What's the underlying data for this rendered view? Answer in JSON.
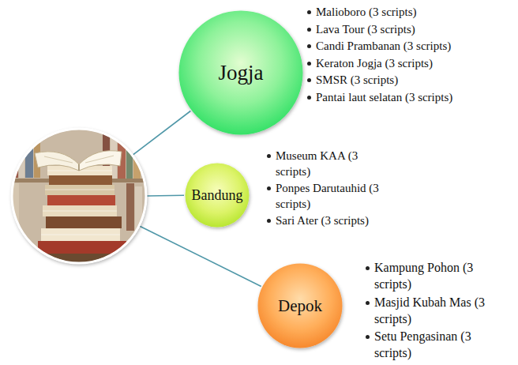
{
  "diagram": {
    "nodes": [
      {
        "text": [
          "Jogja"
        ]
      },
      {
        "text": [
          "Bandung"
        ]
      },
      {
        "text": [
          "Depok"
        ]
      }
    ],
    "labels": [
      "Malioboro (3 scripts)",
      "Lava Tour (3 scripts)",
      "Candi Prambanan (3 scripts)",
      "Keraton Jogja (3 scripts)",
      "SMSR (3 scripts)",
      "Pantai laut selatan (3 scripts)",
      "Museum KAA (3 scripts)",
      "Ponpes Darutauhid (3 scripts)",
      "Sari Ater (3 scripts)",
      "Kampung Pohon (3 scripts)",
      "Masjid Kubah Mas (3 scripts)",
      "Setu Pengasinan (3 scripts)"
    ]
  }
}
